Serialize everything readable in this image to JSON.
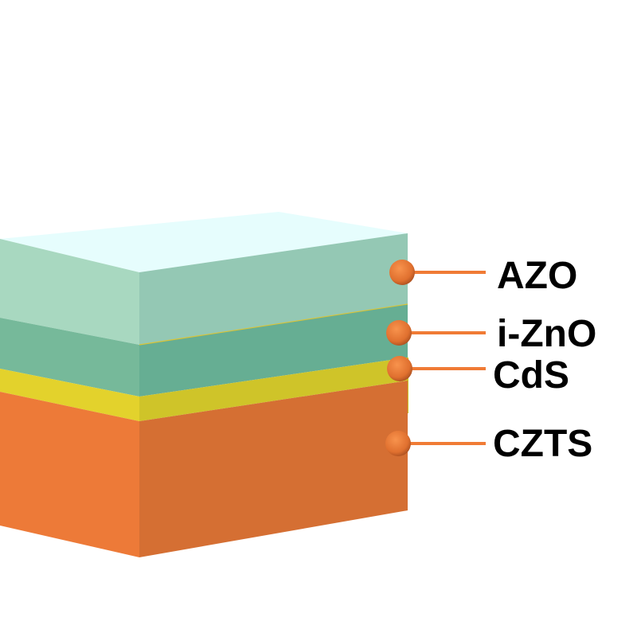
{
  "diagram": {
    "layers": [
      {
        "name": "AZO",
        "front_color": "#a8d8c0",
        "side_color": "#94c8b4"
      },
      {
        "name": "i-ZnO",
        "front_color": "#76b99a",
        "side_color": "#66ae93"
      },
      {
        "name": "CdS",
        "front_color": "#e3d22c",
        "side_color": "#cfc429"
      },
      {
        "name": "CZTS",
        "front_color": "#ed7a38",
        "side_color": "#d56f33"
      }
    ],
    "top_color": "#e6fdfd",
    "marker_color": "#f07b35"
  }
}
